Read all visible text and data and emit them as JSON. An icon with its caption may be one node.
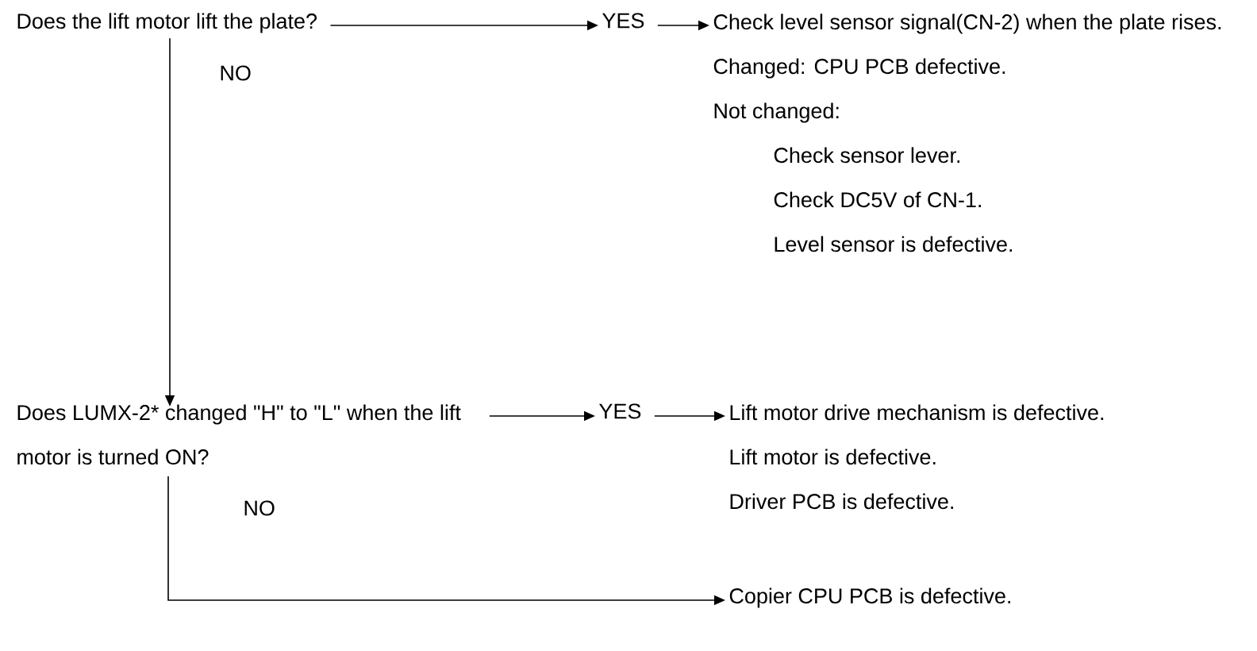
{
  "diagram": {
    "nodes": [
      {
        "text": [
          "Does the lift motor lift the plate?"
        ]
      },
      {
        "text": [
          "YES"
        ]
      },
      {
        "text": [
          "Check level sensor signal(CN-2) when the plate rises.",
          "Changed: CPU PCB defective.",
          "Not changed:",
          "Check sensor lever.",
          "Check DC5V of CN-1.",
          "Level sensor is defective."
        ]
      },
      {
        "text": [
          "Does LUMX-2* changed \"H\" to \"L\" when the lift motor is turned ON?"
        ]
      },
      {
        "text": [
          "YES"
        ]
      },
      {
        "text": [
          "Lift motor drive mechanism is defective.",
          "Lift motor is defective.",
          "Driver PCB is defective."
        ]
      },
      {
        "text": [
          "Copier CPU PCB is defective."
        ]
      }
    ],
    "edges": [
      {
        "from": 0,
        "to": 1,
        "arrow": "to"
      },
      {
        "from": 1,
        "to": 2,
        "arrow": "to"
      },
      {
        "from": 0,
        "to": 3,
        "arrow": "to",
        "label": "NO"
      },
      {
        "from": 3,
        "to": 4,
        "arrow": "to"
      },
      {
        "from": 4,
        "to": 5,
        "arrow": "to"
      },
      {
        "from": 3,
        "to": 6,
        "arrow": "to",
        "label": "NO"
      }
    ]
  }
}
